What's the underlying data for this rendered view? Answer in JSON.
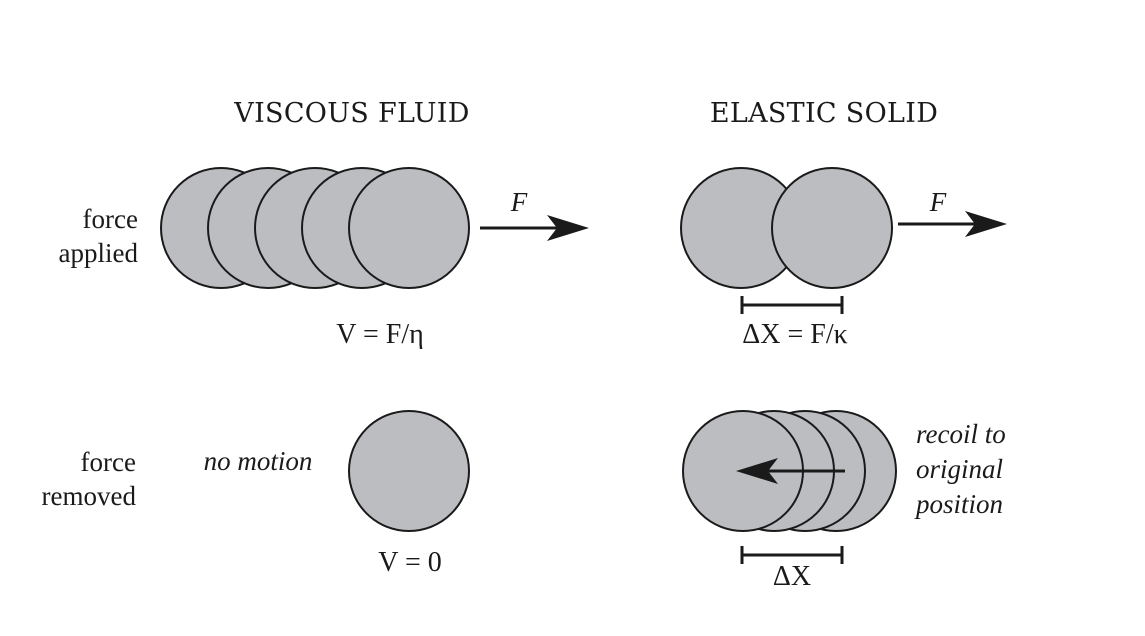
{
  "headings": {
    "left": "VISCOUS FLUID",
    "right": "ELASTIC SOLID"
  },
  "row_labels": {
    "applied": [
      "force",
      "applied"
    ],
    "removed": [
      "force",
      "removed"
    ]
  },
  "force_label": "F",
  "equations": {
    "fluid_applied": "V = F/η",
    "solid_applied": "ΔX = F/κ",
    "fluid_removed": "V = 0",
    "solid_removed": "ΔX"
  },
  "annotations": {
    "no_motion": "no motion",
    "recoil": [
      "recoil to",
      "original",
      "position"
    ]
  },
  "colors": {
    "ball_fill": "#bcbdc0",
    "stroke": "#1a1a1a",
    "text": "#1a1a1a"
  }
}
